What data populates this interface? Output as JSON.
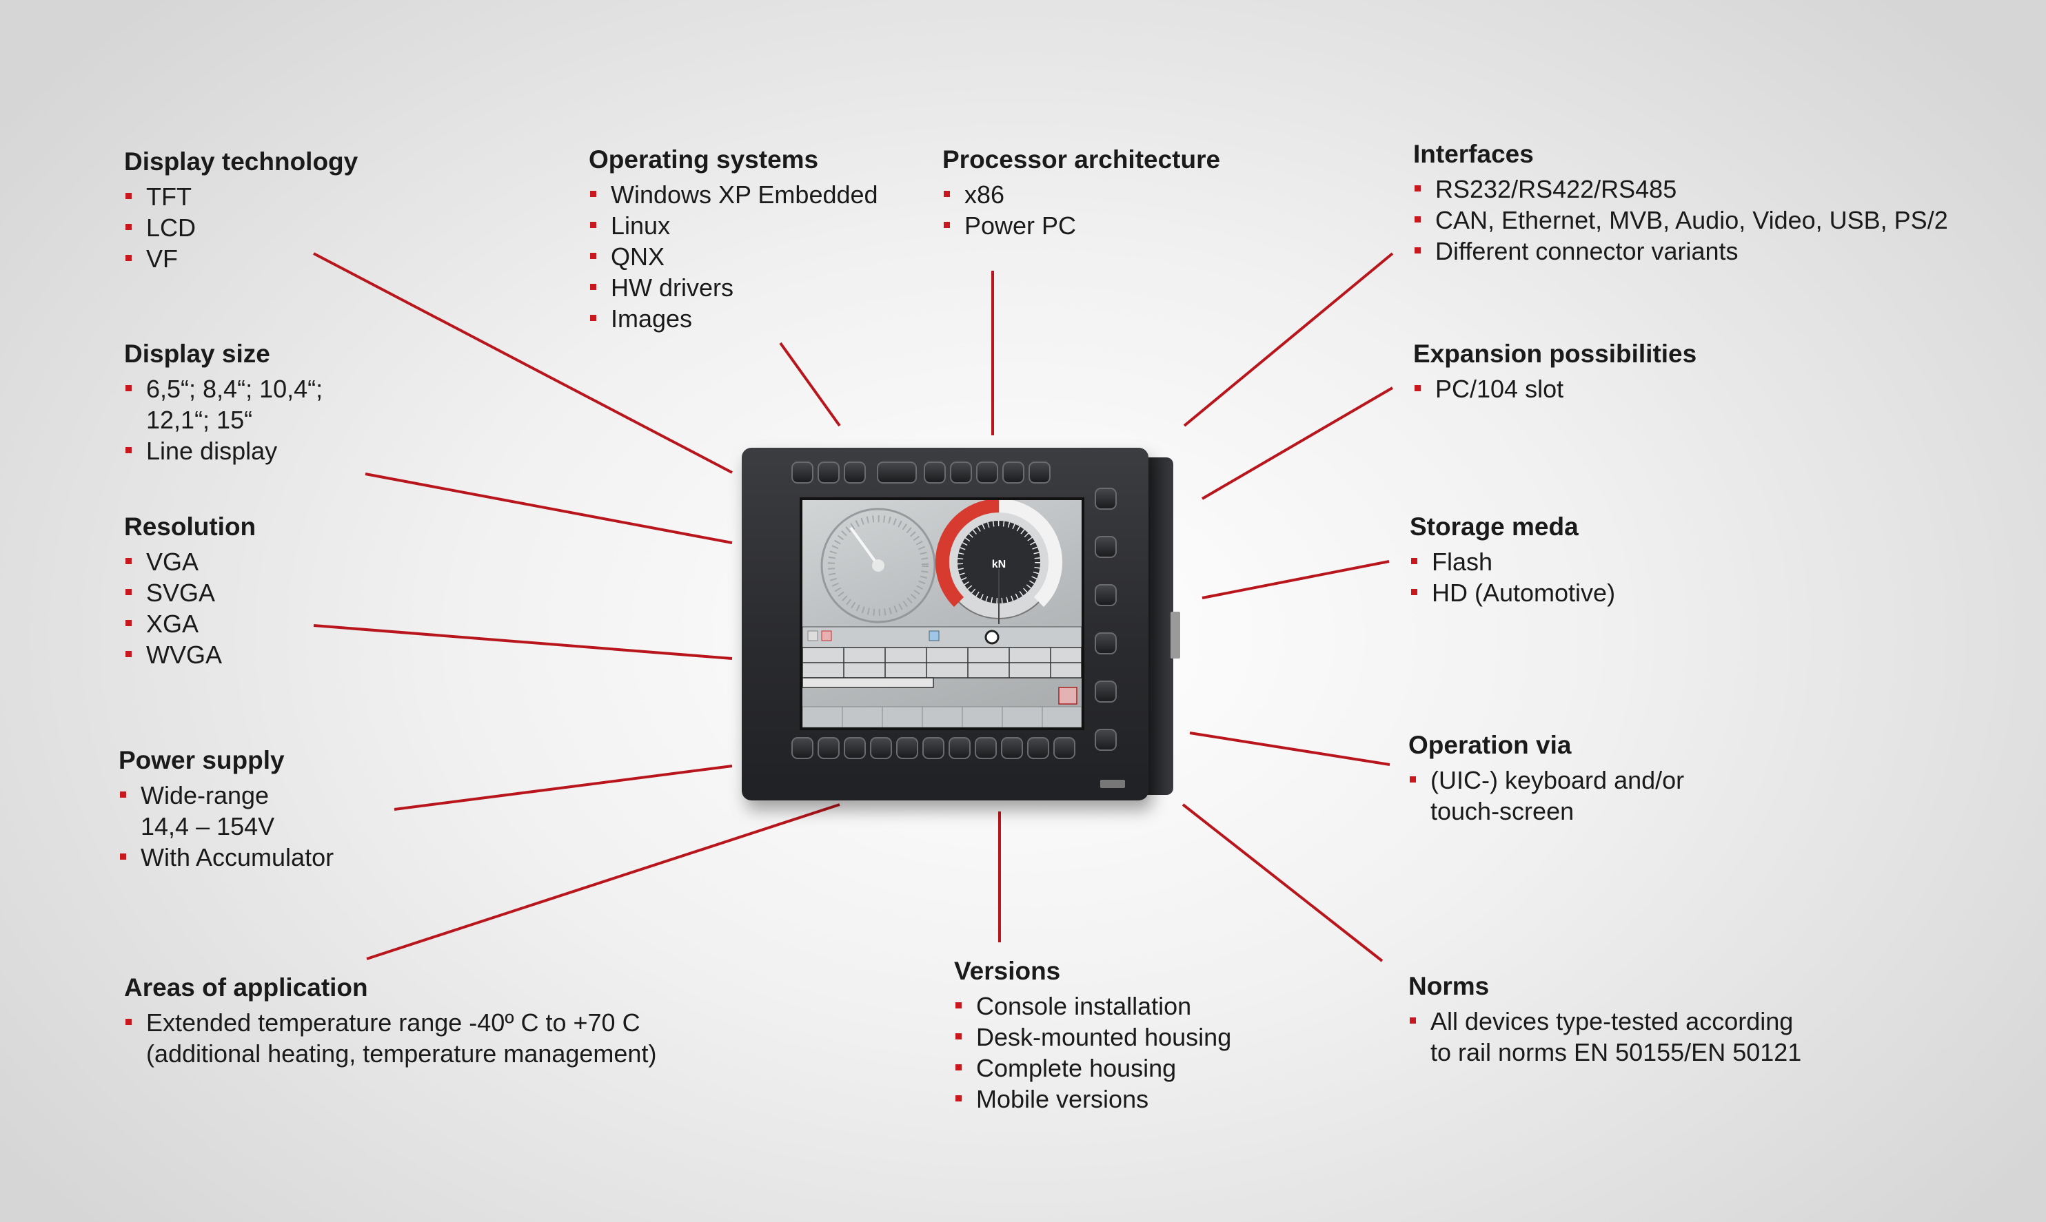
{
  "colors": {
    "accent": "#c8171d",
    "text": "#1a1a1a",
    "device": "#2a2b2e"
  },
  "groups": {
    "display_technology": {
      "title": "Display technology",
      "items": [
        "TFT",
        "LCD",
        "VF"
      ]
    },
    "display_size": {
      "title": "Display size",
      "items": [
        "6,5“; 8,4“; 10,4“;",
        "12,1“; 15“",
        "Line display"
      ]
    },
    "resolution": {
      "title": "Resolution",
      "items": [
        "VGA",
        "SVGA",
        "XGA",
        "WVGA"
      ]
    },
    "power_supply": {
      "title": "Power supply",
      "items": [
        "Wide-range",
        "14,4 – 154V",
        "With Accumulator"
      ]
    },
    "areas_of_application": {
      "title": "Areas of application",
      "items": [
        "Extended temperature range -40º C to +70 C",
        "(additional heating, temperature management)"
      ]
    },
    "operating_systems": {
      "title": "Operating systems",
      "items": [
        "Windows XP Embedded",
        "Linux",
        "QNX",
        "HW drivers",
        "Images"
      ]
    },
    "processor_architecture": {
      "title": "Processor architecture",
      "items": [
        "x86",
        "Power PC"
      ]
    },
    "versions": {
      "title": "Versions",
      "items": [
        "Console installation",
        "Desk-mounted housing",
        "Complete housing",
        "Mobile versions"
      ]
    },
    "interfaces": {
      "title": "Interfaces",
      "items": [
        "RS232/RS422/RS485",
        "CAN, Ethernet, MVB, Audio, Video, USB, PS/2",
        "Different connector variants"
      ]
    },
    "expansion_possibilities": {
      "title": "Expansion possibilities",
      "items": [
        "PC/104 slot"
      ]
    },
    "storage_meda": {
      "title": "Storage meda",
      "items": [
        "Flash",
        "HD (Automotive)"
      ]
    },
    "operation_via": {
      "title": "Operation via",
      "items": [
        "(UIC-) keyboard and/or",
        "touch-screen"
      ]
    },
    "norms": {
      "title": "Norms",
      "items": [
        "All devices type-tested according",
        "to rail norms EN 50155/EN 50121"
      ]
    }
  },
  "device": {
    "gauge_unit": "kN"
  }
}
